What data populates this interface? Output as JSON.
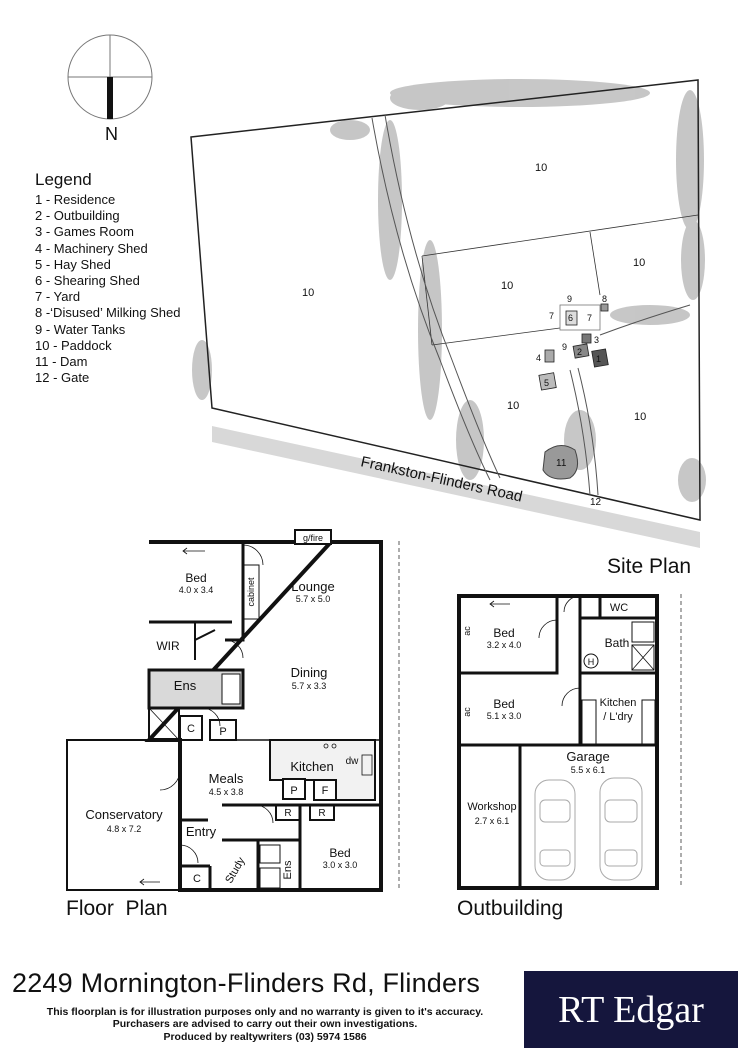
{
  "compass": {
    "north_label": "N"
  },
  "legend": {
    "title": "Legend",
    "items": [
      "1 - Residence",
      "2 - Outbuilding",
      "3 - Games Room",
      "4 - Machinery Shed",
      "5 - Hay Shed",
      "6 - Shearing Shed",
      "7 - Yard",
      "8 -‘Disused’ Milking Shed",
      "9 - Water Tanks",
      "10 - Paddock",
      "11 - Dam",
      "12 - Gate"
    ]
  },
  "site_plan": {
    "road_label": "Frankston-Flinders Road",
    "heading": "Site Plan",
    "paddock_label": "10",
    "building_numbers": [
      "1",
      "2",
      "3",
      "4",
      "5",
      "6",
      "7",
      "7",
      "8",
      "9",
      "9",
      "11",
      "12"
    ]
  },
  "floor_plan": {
    "heading": "Floor  Plan",
    "rooms": {
      "bed1": {
        "name": "Bed",
        "dims": "4.0 x 3.4"
      },
      "lounge": {
        "name": "Lounge",
        "dims": "5.7 x 5.0"
      },
      "gfire": "g/fire",
      "cabinet": "cabinet",
      "wir": "WIR",
      "dining": {
        "name": "Dining",
        "dims": "5.7 x 3.3"
      },
      "ens": "Ens",
      "c1": "C",
      "p1": "P",
      "kitchen": "Kitchen",
      "dw": "dw",
      "meals": {
        "name": "Meals",
        "dims": "4.5 x 3.8"
      },
      "p2": "P",
      "f": "F",
      "conservatory": {
        "name": "Conservatory",
        "dims": "4.8 x 7.2"
      },
      "r1": "R",
      "r2": "R",
      "entry": "Entry",
      "bed2": {
        "name": "Bed",
        "dims": "3.0 x 3.0"
      },
      "ens2": "Ens",
      "study": "Study",
      "c2": "C"
    }
  },
  "outbuilding": {
    "heading": "Outbuilding",
    "rooms": {
      "bed1": {
        "name": "Bed",
        "dims": "3.2 x 4.0"
      },
      "ac1": "ac",
      "wc": "WC",
      "bath": "Bath",
      "h": "H",
      "bed2": {
        "name": "Bed",
        "dims": "5.1 x 3.0"
      },
      "ac2": "ac",
      "kitchen": "Kitchen",
      "laundry": "/ L'dry",
      "garage": {
        "name": "Garage",
        "dims": "5.5 x 6.1"
      },
      "workshop": {
        "name": "Workshop",
        "dims": "2.7 x 6.1"
      }
    }
  },
  "footer": {
    "address": "2249 Mornington-Flinders Rd, Flinders",
    "disclaimer_lines": [
      "This floorplan is for illustration purposes only and no warranty is given to it's accuracy.",
      "Purchasers are advised to carry out their own investigations.",
      "Produced by realtywriters (03) 5974 1586"
    ],
    "logo_text": "RT Edgar"
  }
}
